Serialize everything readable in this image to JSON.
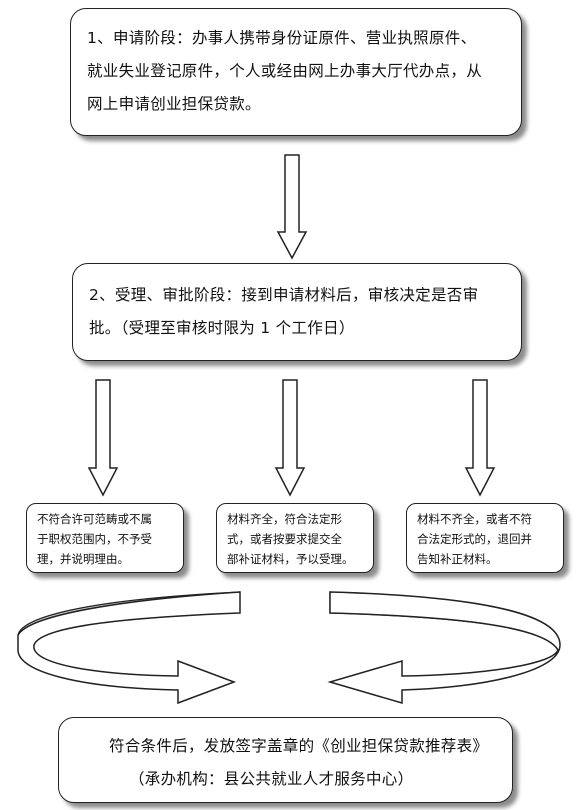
{
  "step1": {
    "lines": [
      "1、申请阶段：办事人携带身份证原件、营业执照原件、",
      "就业失业登记原件，个人或经由网上办事大厅代办点，从",
      "网上申请创业担保贷款。"
    ]
  },
  "step2": {
    "lines": [
      "2、受理、审批阶段：接到申请材料后，审核决定是否审",
      "批。（受理至审核时限为 1 个工作日）"
    ]
  },
  "outcomes": [
    {
      "lines": [
        "不符合许可范畴或不属",
        "于职权范围内，不予受",
        "理，并说明理由。"
      ]
    },
    {
      "lines": [
        "材料齐全，符合法定形",
        "式，或者按要求提交全",
        "部补证材料，予以受理。"
      ]
    },
    {
      "lines": [
        "材料不齐全，或者不符",
        "合法定形式的，退回并",
        "告知补正材料。"
      ]
    }
  ],
  "final": {
    "lines": [
      "符合条件后，发放签字盖章的《创业担保贷款推荐表》",
      "（承办机构：县公共就业人才服务中心）"
    ]
  }
}
